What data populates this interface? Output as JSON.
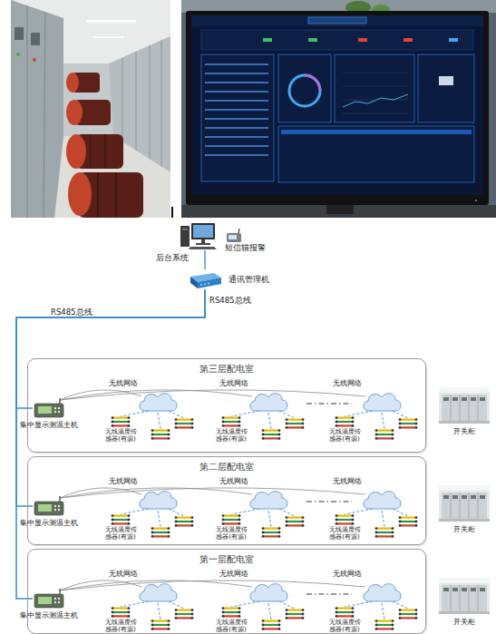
{
  "diagram": {
    "nodes": [
      {
        "text": [
          "后台系统"
        ]
      },
      {
        "text": [
          "短信猫报警"
        ]
      },
      {
        "text": [
          "通讯管理机"
        ]
      },
      {
        "text": [
          "第三层配电室"
        ]
      },
      {
        "text": [
          "集中显示测温主机"
        ],
        "in": 3
      },
      {
        "text": [
          "无线网络"
        ],
        "in": 3
      },
      {
        "text": [
          "无线温度传感器(有源)"
        ],
        "in": 3
      },
      {
        "text": [
          "无线网络"
        ],
        "in": 3
      },
      {
        "text": [
          "无线温度传感器(有源)"
        ],
        "in": 3
      },
      {
        "text": [
          "无线网络"
        ],
        "in": 3
      },
      {
        "text": [
          "无线温度传感器(有源)"
        ],
        "in": 3
      },
      {
        "text": [
          "开关柜"
        ]
      },
      {
        "text": [
          "第二层配电室"
        ]
      },
      {
        "text": [
          "集中显示测温主机"
        ],
        "in": 12
      },
      {
        "text": [
          "无线网络"
        ],
        "in": 12
      },
      {
        "text": [
          "无线温度传感器(有源)"
        ],
        "in": 12
      },
      {
        "text": [
          "无线网络"
        ],
        "in": 12
      },
      {
        "text": [
          "无线温度传感器(有源)"
        ],
        "in": 12
      },
      {
        "text": [
          "无线网络"
        ],
        "in": 12
      },
      {
        "text": [
          "无线温度传感器(有源)"
        ],
        "in": 12
      },
      {
        "text": [
          "开关柜"
        ]
      },
      {
        "text": [
          "第一层配电室"
        ]
      },
      {
        "text": [
          "集中显示测温主机"
        ],
        "in": 21
      },
      {
        "text": [
          "无线网络"
        ],
        "in": 21
      },
      {
        "text": [
          "无线温度传感器(有源)"
        ],
        "in": 21
      },
      {
        "text": [
          "无线网络"
        ],
        "in": 21
      },
      {
        "text": [
          "无线温度传感器(有源)"
        ],
        "in": 21
      },
      {
        "text": [
          "无线网络"
        ],
        "in": 21
      },
      {
        "text": [
          "无线温度传感器(有源)"
        ],
        "in": 21
      },
      {
        "text": [
          "开关柜"
        ]
      }
    ],
    "edges": [
      {
        "from": 0,
        "to": 2,
        "arrow": "none"
      },
      {
        "from": 2,
        "to": 4,
        "arrow": "none"
      },
      {
        "from": 4,
        "to": 5,
        "arrow": "none"
      },
      {
        "from": 4,
        "to": 7,
        "arrow": "none"
      },
      {
        "from": 4,
        "to": 9,
        "arrow": "none"
      },
      {
        "from": 5,
        "to": 6,
        "arrow": "none"
      },
      {
        "from": 7,
        "to": 8,
        "arrow": "none"
      },
      {
        "from": 9,
        "to": 10,
        "arrow": "none"
      },
      {
        "from": 2,
        "to": 13,
        "arrow": "none"
      },
      {
        "from": 13,
        "to": 14,
        "arrow": "none"
      },
      {
        "from": 13,
        "to": 16,
        "arrow": "none"
      },
      {
        "from": 13,
        "to": 18,
        "arrow": "none"
      },
      {
        "from": 14,
        "to": 15,
        "arrow": "none"
      },
      {
        "from": 16,
        "to": 17,
        "arrow": "none"
      },
      {
        "from": 18,
        "to": 19,
        "arrow": "none"
      },
      {
        "from": 2,
        "to": 22,
        "arrow": "none"
      },
      {
        "from": 22,
        "to": 23,
        "arrow": "none"
      },
      {
        "from": 22,
        "to": 25,
        "arrow": "none"
      },
      {
        "from": 22,
        "to": 27,
        "arrow": "none"
      },
      {
        "from": 23,
        "to": 24,
        "arrow": "none"
      },
      {
        "from": 25,
        "to": 26,
        "arrow": "none"
      },
      {
        "from": 27,
        "to": 28,
        "arrow": "none"
      }
    ],
    "labels": [
      "RS485总线",
      "RS485总线"
    ]
  }
}
